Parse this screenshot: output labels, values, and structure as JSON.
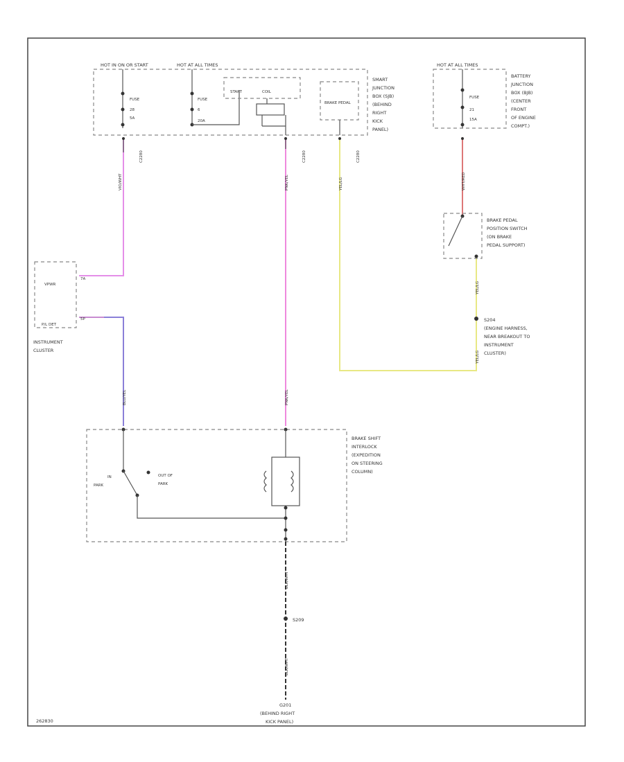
{
  "fuse_boxes": {
    "hot_run_start": "HOT IN ON OR START",
    "hot_all_times_1": "HOT AT ALL TIMES",
    "smart_jb": [
      "SMART",
      "JUNCTION",
      "BOX (SJB)",
      "(BEHIND",
      "RIGHT",
      "KICK",
      "PANEL)"
    ],
    "hot_all_times_2": "HOT AT ALL TIMES",
    "battery_jb": [
      "BATTERY",
      "JUNCTION",
      "BOX (BJB)",
      "(CENTER",
      "FRONT",
      "OF ENGINE",
      "COMPT.)"
    ],
    "fuse_a": [
      "FUSE",
      "28",
      "5A"
    ],
    "fuse_b": [
      "FUSE",
      "6",
      "20A"
    ],
    "fuse_c": [
      "FUSE",
      "21",
      "15A"
    ],
    "relay_label": "BRAKE PEDAL"
  },
  "brake_switch": [
    "BRAKE PEDAL",
    "POSITION SWITCH",
    "(ON BRAKE",
    "PEDAL SUPPORT)"
  ],
  "splice_s204": [
    "S204",
    "(ENGINE HARNESS,",
    "NEAR BREAKOUT TO",
    "INSTRUMENT",
    "CLUSTER)"
  ],
  "cluster": {
    "inner": "VPWR",
    "bottom": "P/L DET",
    "label": [
      "INSTRUMENT",
      "CLUSTER"
    ]
  },
  "interlock": [
    "BRAKE SHIFT",
    "INTERLOCK",
    "(EXPEDITION",
    "ON STEERING",
    "COLUMN)"
  ],
  "switch_positions": {
    "in_park": [
      "IN",
      "PARK"
    ],
    "out_park": [
      "OUT OF",
      "PARK"
    ]
  },
  "splice_s209": "S209",
  "ground": [
    "G201",
    "(BEHIND RIGHT",
    "KICK PANEL)"
  ],
  "code": "262830"
}
